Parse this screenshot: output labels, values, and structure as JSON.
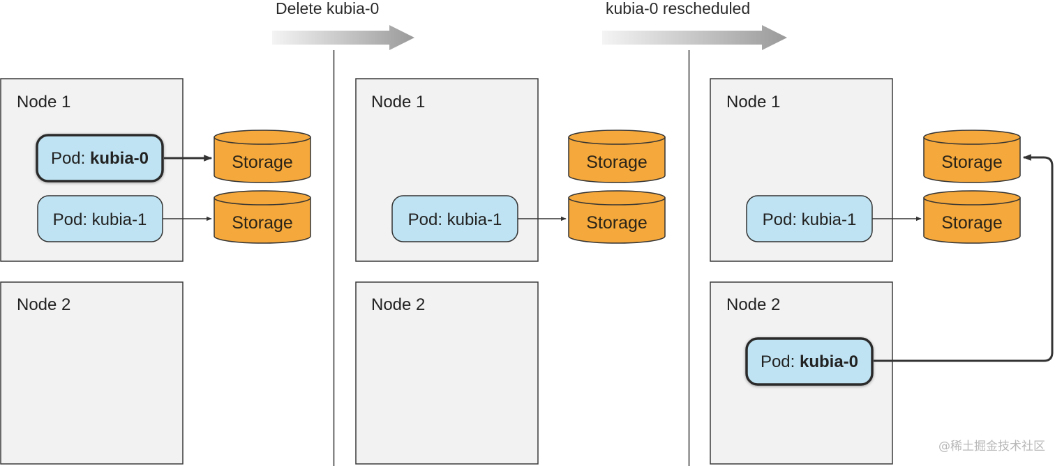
{
  "steps": [
    {
      "label": "Delete kubia-0"
    },
    {
      "label": "kubia-0 rescheduled"
    }
  ],
  "panels": [
    {
      "node1": {
        "title": "Node 1"
      },
      "node2": {
        "title": "Node 2"
      },
      "pods": [
        {
          "prefix": "Pod: ",
          "name": "kubia-0",
          "highlighted": true,
          "node": "Node 1"
        },
        {
          "prefix": "Pod: ",
          "name": "kubia-1",
          "highlighted": false,
          "node": "Node 1"
        }
      ],
      "storage": [
        {
          "label": "Storage"
        },
        {
          "label": "Storage"
        }
      ]
    },
    {
      "node1": {
        "title": "Node 1"
      },
      "node2": {
        "title": "Node 2"
      },
      "pods": [
        {
          "prefix": "Pod: ",
          "name": "kubia-1",
          "highlighted": false,
          "node": "Node 1"
        }
      ],
      "storage": [
        {
          "label": "Storage"
        },
        {
          "label": "Storage"
        }
      ]
    },
    {
      "node1": {
        "title": "Node 1"
      },
      "node2": {
        "title": "Node 2"
      },
      "pods": [
        {
          "prefix": "Pod: ",
          "name": "kubia-1",
          "highlighted": false,
          "node": "Node 1"
        },
        {
          "prefix": "Pod: ",
          "name": "kubia-0",
          "highlighted": true,
          "node": "Node 2"
        }
      ],
      "storage": [
        {
          "label": "Storage"
        },
        {
          "label": "Storage"
        }
      ]
    }
  ],
  "colors": {
    "node_fill": "#f2f2f2",
    "pod_fill": "#bfe3f2",
    "storage_fill": "#f5a83b",
    "stroke": "#333333"
  },
  "watermark": "@稀土掘金技术社区"
}
